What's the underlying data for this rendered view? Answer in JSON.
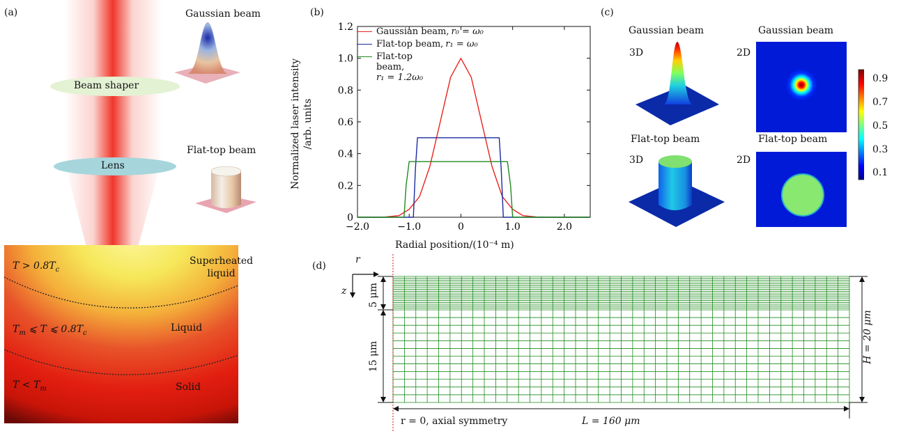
{
  "panels": {
    "a": {
      "tag": "(a)",
      "gaussian_label": "Gaussian beam",
      "flattop_label": "Flat-top beam",
      "beam_shaper": "Beam shaper",
      "lens": "Lens",
      "zones": [
        {
          "condition": "T > 0.8T_c",
          "cond_main": "T > 0.8T",
          "cond_sub": "c",
          "name_l1": "Superheated",
          "name_l2": "liquid"
        },
        {
          "condition": "T_m ≤ T ≤ 0.8T_c",
          "cond_a": "T",
          "cond_a_sub": "m",
          "cond_b": " ⩽ T ⩽ 0.8T",
          "cond_b_sub": "c",
          "name": "Liquid"
        },
        {
          "condition": "T < T_m",
          "cond_main": "T < T",
          "cond_sub": "m",
          "name": "Solid"
        }
      ]
    },
    "b": {
      "tag": "(b)",
      "ylabel_l1": "Normalized laser intensity",
      "ylabel_l2": "/arb. units",
      "xlabel": "Radial position/(10⁻⁴ m)",
      "legend": [
        {
          "text_a": "Gaussian beam, ",
          "text_b": "r₀ = ω₀",
          "color": "#e8211b"
        },
        {
          "text_a": "Flat-top beam, ",
          "text_b": "r₁ = ω₀",
          "color": "#1b2a9e"
        },
        {
          "text_a": "Flat-top",
          "text_b": "beam,",
          "text_c": "r₁ = 1.2ω₀",
          "color": "#1f8a1f"
        }
      ]
    },
    "c": {
      "tag": "(c)",
      "gaussian_3d_title": "Gaussian beam",
      "gaussian_2d_title": "Gaussian beam",
      "flattop_3d_title": "Flat-top beam",
      "flattop_2d_title": "Flat-top beam",
      "label_3d": "3D",
      "label_2d": "2D",
      "colorbar_ticks": [
        "0.9",
        "0.7",
        "0.5",
        "0.3",
        "0.1"
      ]
    },
    "d": {
      "tag": "(d)",
      "r_axis": "r",
      "z_axis": "z",
      "dim_5": "5 μm",
      "dim_15": "15 μm",
      "dim_H": "H = 20 μm",
      "dim_L": "L = 160 μm",
      "axis_note": "r = 0, axial symmetry",
      "mesh_color": "#1a8a1a"
    }
  },
  "chart_data": {
    "type": "line",
    "xlabel": "Radial position/(10⁻⁴ m)",
    "ylabel": "Normalized laser intensity /arb. units",
    "xlim": [
      -2.0,
      2.5
    ],
    "ylim": [
      0,
      1.2
    ],
    "xticks": [
      -2.0,
      -1.0,
      0,
      1.0,
      2.0
    ],
    "xtick_labels": [
      "−2.0",
      "−1.0",
      "0",
      "1.0",
      "2.0"
    ],
    "yticks": [
      0,
      0.2,
      0.4,
      0.6,
      0.8,
      1.0,
      1.2
    ],
    "ytick_labels": [
      "0",
      "0.2",
      "0.4",
      "0.6",
      "0.8",
      "1.0",
      "1.2"
    ],
    "legend_position": "top-left",
    "series": [
      {
        "name": "Gaussian beam, r0 = ω0",
        "color": "#e8211b",
        "x": [
          -2.0,
          -1.5,
          -1.2,
          -1.0,
          -0.8,
          -0.6,
          -0.4,
          -0.2,
          0,
          0.2,
          0.4,
          0.6,
          0.8,
          1.0,
          1.2,
          1.5,
          2.0,
          2.5
        ],
        "y": [
          0,
          0,
          0.01,
          0.05,
          0.13,
          0.32,
          0.6,
          0.88,
          1.0,
          0.88,
          0.6,
          0.32,
          0.13,
          0.05,
          0.01,
          0,
          0,
          0
        ]
      },
      {
        "name": "Flat-top beam, r1 = ω0",
        "color": "#1b2a9e",
        "x": [
          -2.0,
          -0.92,
          -0.88,
          -0.84,
          0.74,
          0.78,
          0.82,
          2.5
        ],
        "y": [
          0,
          0,
          0.3,
          0.5,
          0.5,
          0.3,
          0,
          0
        ]
      },
      {
        "name": "Flat-top beam, r1 = 1.2ω0",
        "color": "#1f8a1f",
        "x": [
          -2.0,
          -1.1,
          -1.06,
          -1.0,
          0.9,
          0.96,
          1.0,
          2.5
        ],
        "y": [
          0,
          0,
          0.2,
          0.35,
          0.35,
          0.2,
          0,
          0
        ]
      }
    ]
  }
}
